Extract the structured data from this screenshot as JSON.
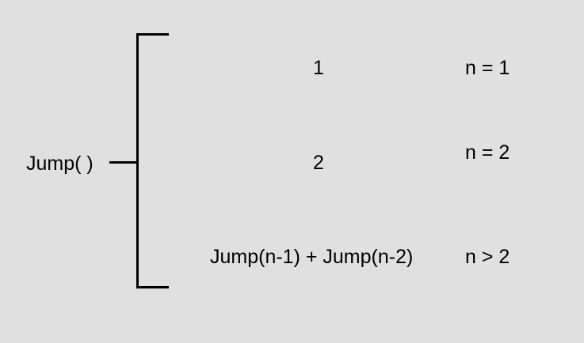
{
  "colors": {
    "background": "#e0e0e0",
    "line": "#000000",
    "text": "#000000"
  },
  "function": {
    "label": "Jump( )"
  },
  "cases": [
    {
      "value": "1",
      "condition": "n = 1"
    },
    {
      "value": "2",
      "condition": "n = 2"
    },
    {
      "value": "Jump(n-1) + Jump(n-2)",
      "condition": "n > 2"
    }
  ]
}
